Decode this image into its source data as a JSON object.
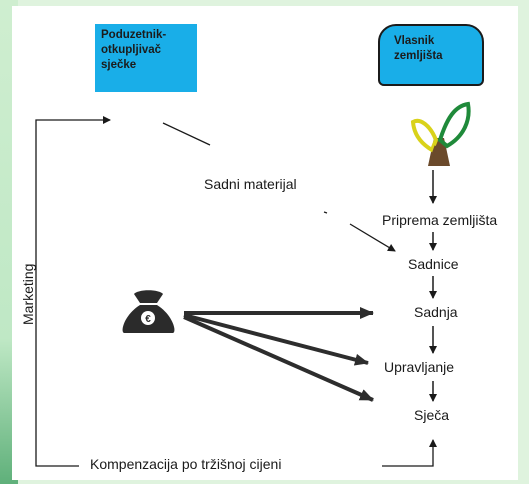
{
  "entrepreneur": {
    "label_line1": "Poduzetnik-",
    "label_line2": "otkupljivač",
    "label_line3": "sječke"
  },
  "owner": {
    "label_line1": "Vlasnik",
    "label_line2": "zemljišta"
  },
  "flow": {
    "seed_material": "Sadni materijal",
    "steps": [
      "Priprema zemljišta",
      "Sadnice",
      "Sadnja",
      "Upravljanje",
      "Sječa"
    ],
    "marketing": "Marketing",
    "compensation": "Kompenzacija po tržišnoj cijeni"
  },
  "icons": {
    "tree": "tree-icon",
    "money_bag": "money-bag-icon",
    "currency": "€"
  },
  "colors": {
    "box_blue": "#19aee8",
    "leaf_green": "#1f8a3a",
    "leaf_yellow": "#d9d21a",
    "trunk": "#6b4a2b"
  }
}
